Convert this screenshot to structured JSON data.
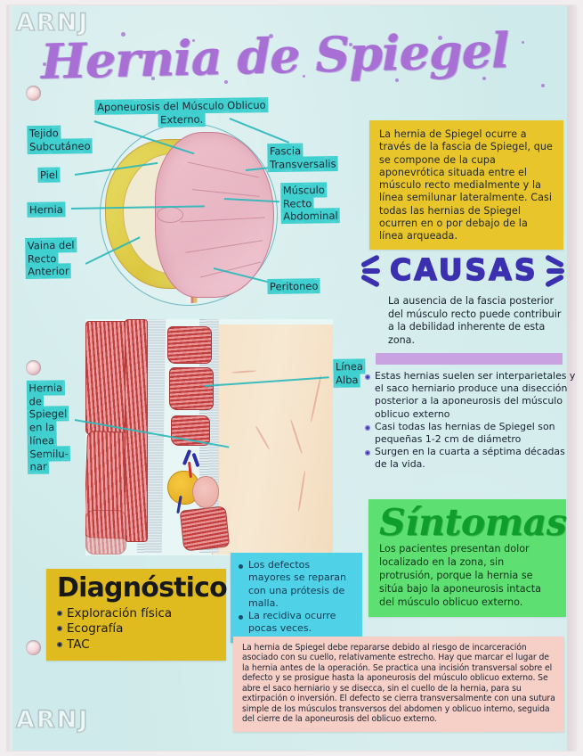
{
  "watermarks": {
    "top": "ARNJ",
    "bottom": "ARNJ"
  },
  "title": "Hernia de Spiegel",
  "diagram_labels": {
    "aponeurosis": "Aponeurosis del Músculo Oblicuo Externo.",
    "tejido_subcutaneo": "Tejido\nSubcutáneo",
    "piel": "Piel",
    "hernia": "Hernia",
    "vaina": "Vaina del\nRecto\nAnterior",
    "fascia": "Fascia\nTransversalis",
    "musculo_recto": "Músculo\nRecto\nAbdominal",
    "peritoneo": "Peritoneo",
    "hernia_semilunar": "Hernia\nde\nSpiegel\nen la\nlínea\nSemilu-\nnar",
    "linea_alba": "Línea\nAlba"
  },
  "intro_box": "La hernia de Spiegel ocurre a través de la fascia de Spiegel, que se compone de la cupa aponevrótica situada entre el músculo recto medialmente y la línea semilunar lateralmente. Casi todas las hernias de Spiegel ocurren en o por debajo de la línea arqueada.",
  "causas": {
    "heading": "CAUSAS",
    "note": "La ausencia de la fascia posterior del músculo recto puede contribuir a la debilidad inherente de esta zona.",
    "bullets": [
      "Estas hernias suelen ser interparietales y el saco herniario produce una disección posterior a la aponeurosis del músculo oblicuo externo",
      "Casi todas las hernias de Spiegel son pequeñas 1-2 cm de diámetro",
      "Surgen en la cuarta a séptima décadas de la vida."
    ]
  },
  "sintomas": {
    "heading": "Síntomas",
    "body": "Los pacientes presentan dolor localizado en la zona, sin protrusión, porque la hernia se sitúa bajo la aponeurosis intacta del músculo oblicuo externo."
  },
  "diagnostico": {
    "heading": "Diagnóstico",
    "items": [
      "Exploración física",
      "Ecografía",
      "TAC"
    ]
  },
  "tratamiento_bullets": [
    "Los defectos mayores se reparan con una prótesis de malla.",
    "La recidiva ocurre pocas veces."
  ],
  "reparacion_paragraph": "La hernia de Spiegel debe repararse debido al riesgo de incarceración asociado con su cuello, relativamente estrecho. Hay que marcar el lugar de la hernia antes de la operación. Se practica una incisión transversal sobre el defecto y se prosigue hasta la aponeurosis del músculo oblicuo externo. Se abre el saco herniario y se disecca, sin el cuello de la hernia, para su extirpación o inversión. El defecto se cierra transversalmente con una sutura simple de los músculos transversos del abdomen y oblicuo interno, seguida del cierre de la aponeurosis del oblicuo externo.",
  "colors": {
    "paper": "#cfeaea",
    "highlight_teal": "#3fd0cf",
    "title_purple": "#a86fd4",
    "yellow_box": "#e8c52a",
    "green_box": "#5de071",
    "blue_box": "#4fd2e8",
    "pink_box": "#f6cfc7",
    "causas_blue": "#3b31b0",
    "sintomas_green": "#0f9e2b"
  }
}
